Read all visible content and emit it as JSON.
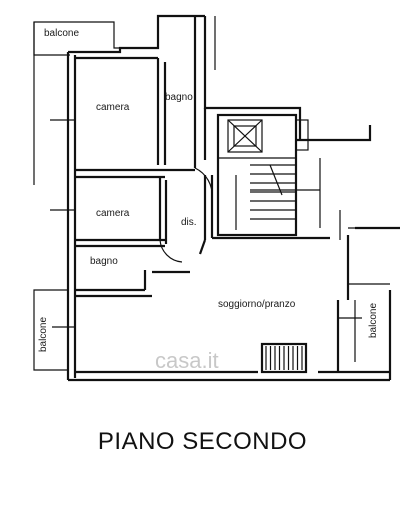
{
  "title": "PIANO SECONDO",
  "watermark": "casa.it",
  "rooms": {
    "balcone_top": "balcone",
    "camera_1": "camera",
    "bagno_1": "bagno",
    "camera_2": "camera",
    "dis": "dis.",
    "bagno_2": "bagno",
    "soggiorno": "soggiorno/pranzo",
    "balcone_left": "balcone",
    "balcone_right": "balcone"
  },
  "colors": {
    "wall": "#111111",
    "background": "#ffffff"
  }
}
